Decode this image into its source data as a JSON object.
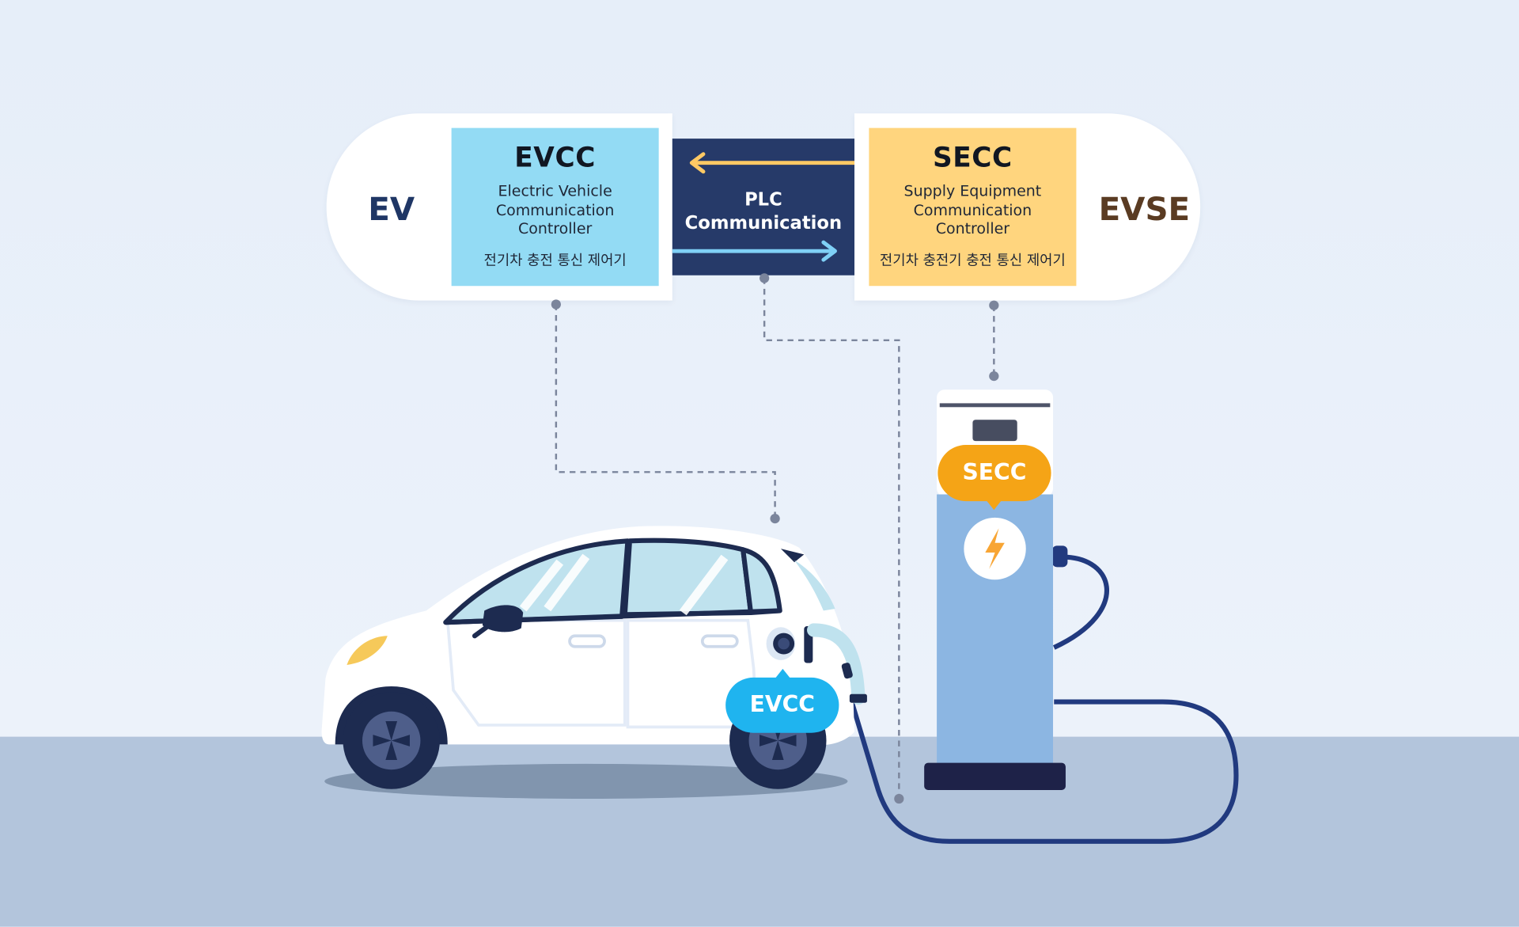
{
  "ev_label": "EV",
  "evse_label": "EVSE",
  "evcc_box": {
    "title": "EVCC",
    "description": "Electric Vehicle\nCommunication\nController",
    "korean": "전기차 충전 통신 제어기"
  },
  "secc_box": {
    "title": "SECC",
    "description": "Supply Equipment\nCommunication\nController",
    "korean": "전기차 충전기 충전 통신 제어기"
  },
  "plc": {
    "label": "PLC\nCommunication"
  },
  "secc_bubble": "SECC",
  "evcc_bubble": "EVCC",
  "icons": [
    "lightning-bolt-icon",
    "charging-plug-icon"
  ],
  "colors": {
    "evcc_box": "#93dbf4",
    "secc_box": "#ffd57e",
    "plc_band": "#263a69",
    "arrow_left": "#ffc964",
    "arrow_right": "#7fd0f6",
    "secc_bubble": "#f5a416",
    "evcc_bubble": "#1fb4ef",
    "charger_body": "#8cb6e2",
    "cable": "#213a7f",
    "ground": "#b3c5dc"
  }
}
